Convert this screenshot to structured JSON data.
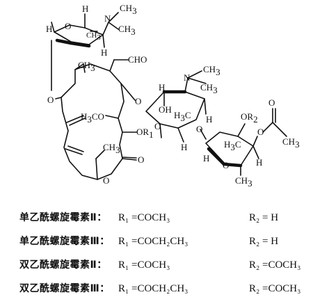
{
  "structure": {
    "atoms": {
      "h_top": "H",
      "n_top": "N",
      "ch3_n_top1": "CH",
      "ch3_n_top1_sub": "3",
      "ch3_n_top2": "CH",
      "ch3_n_top2_sub": "3",
      "o_ring1": "O",
      "ch3_ring1": "CH",
      "ch3_ring1_sub": "3",
      "h_ring1_left": "H",
      "h_ring1_mid": "H",
      "ch3_macro_top": "CH",
      "ch3_macro_top_sub": "3",
      "cho": "CHO",
      "o_glyco_left": "O",
      "o_macro_link": "O",
      "h3co": "H",
      "h3co_sub": "3",
      "h3co_tail": "CO",
      "o_r1": "OR",
      "r1_sub": "1",
      "ch3_lactone": "CH",
      "ch3_lactone_sub": "3",
      "o_lactone": "O",
      "o_carbonyl": "O",
      "n_mid": "N",
      "ch3_n_mid1": "CH",
      "ch3_n_mid1_sub": "3",
      "ch3_n_mid2": "CH",
      "ch3_n_mid2_sub": "3",
      "oh_mid": "OH",
      "h3c_mid": "H",
      "h3c_mid_sub": "3",
      "h3c_mid_tail": "C",
      "o_ring2": "O",
      "h_ring2_a": "H",
      "h_ring2_b": "H",
      "h_ring2_c": "H",
      "o_link_ring3": "O",
      "or2": "OR",
      "r2_sub": "2",
      "h3c_right": "H",
      "h3c_right_sub": "3",
      "h3c_right_tail": "C",
      "o_ester": "O",
      "o_ester_carbonyl": "O",
      "ch3_acetyl": "CH",
      "ch3_acetyl_sub": "3",
      "o_ring3": "O",
      "ch3_ring3": "CH",
      "ch3_ring3_sub": "3",
      "h_ring3_a": "H",
      "h_ring3_b": "H"
    }
  },
  "compounds": [
    {
      "name": "单乙酰螺旋霉素Ⅱ：",
      "r1": "R₁ =COCH₃",
      "r2": "R₂ = H"
    },
    {
      "name": "单乙酰螺旋霉素Ⅲ：",
      "r1": "R₁ =COCH₂CH₃",
      "r2": "R₂ = H"
    },
    {
      "name": "双乙酰螺旋霉素Ⅱ：",
      "r1": "R₁ =COCH₃",
      "r2": "R₂ =COCH₃"
    },
    {
      "name": "双乙酰螺旋霉素Ⅲ：",
      "r1": "R₁ =COCH₂CH₃",
      "r2": "R₂ =COCH₃"
    }
  ]
}
